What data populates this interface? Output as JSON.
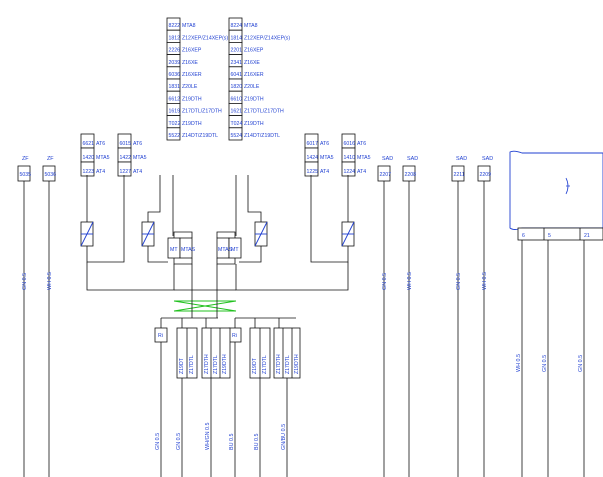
{
  "colors": {
    "wire": "#111111",
    "label": "#1f3fd1",
    "cross": "#22c11f"
  },
  "codes": {
    "left": [
      {
        "code": "8222",
        "label": "MTA8"
      },
      {
        "code": "1812",
        "label": "Z12XEP/Z14XEP(s)"
      },
      {
        "code": "2226",
        "label": "Z16XEP"
      },
      {
        "code": "2039",
        "label": "Z16XE"
      },
      {
        "code": "6036",
        "label": "Z16XER"
      },
      {
        "code": "1831",
        "label": "Z20LE"
      },
      {
        "code": "6612",
        "label": "Z19DTH"
      },
      {
        "code": "1619",
        "label": "Z17DTL/Z17DTH"
      },
      {
        "code": "T022",
        "label": "Z19DTH"
      },
      {
        "code": "5522",
        "label": "Z14DT/Z19DTL"
      }
    ],
    "right": [
      {
        "code": "8224",
        "label": "MTA8"
      },
      {
        "code": "1814",
        "label": "Z12XEP/Z14XEP(s)"
      },
      {
        "code": "2201",
        "label": "Z16XEP"
      },
      {
        "code": "2341",
        "label": "Z16XE"
      },
      {
        "code": "6041",
        "label": "Z16XER"
      },
      {
        "code": "1820",
        "label": "Z20LE"
      },
      {
        "code": "6610",
        "label": "Z19DTH"
      },
      {
        "code": "1621",
        "label": "Z17DTL/Z17DTH"
      },
      {
        "code": "T024",
        "label": "Z19DTH"
      },
      {
        "code": "5524",
        "label": "Z14DT/Z19DTL"
      }
    ],
    "mid_left_1": [
      {
        "code": "6621",
        "label": "AT6"
      },
      {
        "code": "1420",
        "label": "MTA5"
      },
      {
        "code": "1223",
        "label": "AT4"
      }
    ],
    "mid_left_2": [
      {
        "code": "6015",
        "label": "AT6"
      },
      {
        "code": "1422",
        "label": "MTA5"
      },
      {
        "code": "1227",
        "label": "AT4"
      }
    ],
    "mid_right_1": [
      {
        "code": "6017",
        "label": "AT6"
      },
      {
        "code": "1424",
        "label": "MTA5"
      },
      {
        "code": "1225",
        "label": "AT4"
      }
    ],
    "mid_right_2": [
      {
        "code": "6016",
        "label": "AT6"
      },
      {
        "code": "1410",
        "label": "MTA5"
      },
      {
        "code": "1224",
        "label": "AT4"
      }
    ]
  },
  "columns": [
    {
      "head": "ZF",
      "code": "5035",
      "wire": "GN 0.5"
    },
    {
      "head": "ZF",
      "code": "5036",
      "wire": "WH 0.5"
    },
    {
      "head": "SAD",
      "code": "2207",
      "wire": "GN 0.5"
    },
    {
      "head": "SAD",
      "code": "2208",
      "wire": "WH 0.5"
    },
    {
      "head": "SAD",
      "code": "2211",
      "wire": "GN 0.5"
    },
    {
      "head": "SAD",
      "code": "2209",
      "wire": "WH 0.5"
    }
  ],
  "splices": {
    "mtas": "MTAS",
    "mt": "MT"
  },
  "connector": {
    "pins": [
      "6",
      "5",
      "21"
    ],
    "wires": [
      "WH 0.5",
      "GN 0.5",
      "GN 0.5"
    ]
  },
  "bottom": {
    "left_box": "Ri",
    "right_box": "Ri",
    "left_group1": [
      "Z19DT",
      "Z17DTL"
    ],
    "left_group2": [
      "Z17DTH",
      "Z17DTL",
      "Z19DTH"
    ],
    "right_group1": [
      "Z19DT",
      "Z17DTL"
    ],
    "right_group2": [
      "Z17DTH",
      "Z17DTL",
      "Z19DTH"
    ],
    "wires": [
      "GN 0.5",
      "GN 0.5",
      "WH/GN 0.5",
      "BU 0.5",
      "BU 0.5",
      "GN/BU 0.5"
    ]
  }
}
